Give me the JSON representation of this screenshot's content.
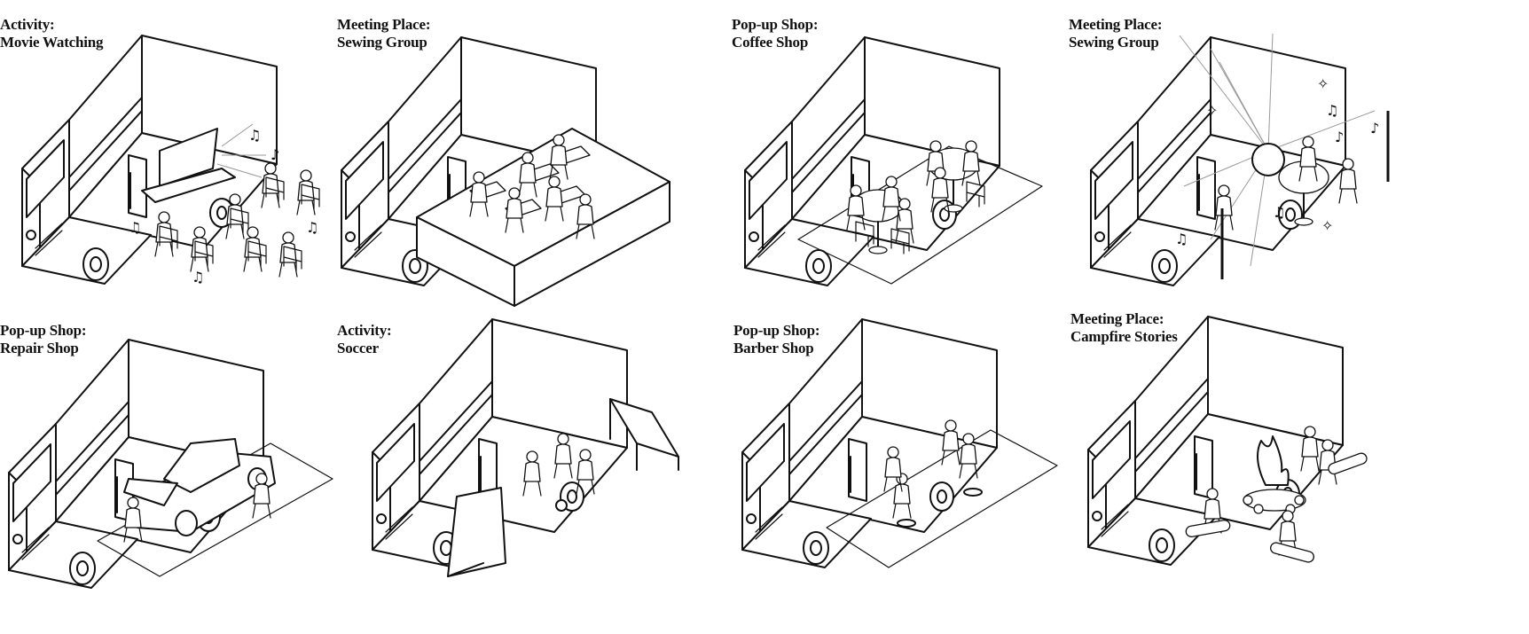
{
  "panels": [
    {
      "id": "movie",
      "line1": "Activity:",
      "line2": "Movie Watching"
    },
    {
      "id": "sewing1",
      "line1": "Meeting Place:",
      "line2": "Sewing Group"
    },
    {
      "id": "coffee",
      "line1": "Pop-up Shop:",
      "line2": "Coffee Shop"
    },
    {
      "id": "sewing2",
      "line1": "Meeting Place:",
      "line2": "Sewing Group"
    },
    {
      "id": "repair",
      "line1": "Pop-up Shop:",
      "line2": "Repair Shop"
    },
    {
      "id": "soccer",
      "line1": "Activity:",
      "line2": "Soccer"
    },
    {
      "id": "barber",
      "line1": "Pop-up Shop:",
      "line2": "Barber Shop"
    },
    {
      "id": "campfire",
      "line1": "Meeting Place:",
      "line2": "Campfire Stories"
    }
  ]
}
